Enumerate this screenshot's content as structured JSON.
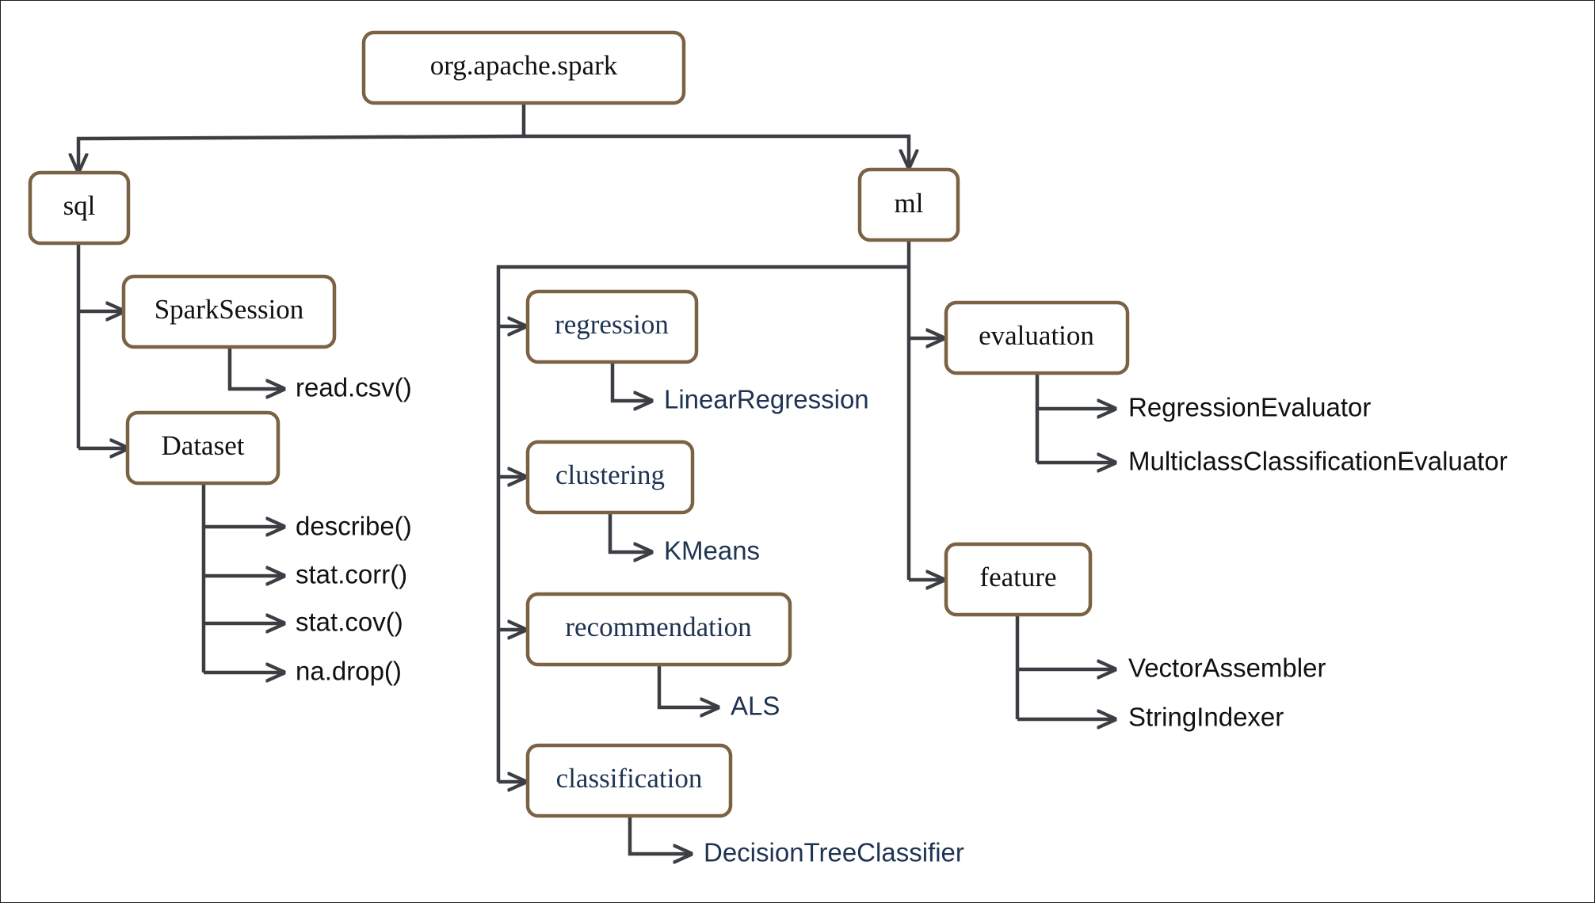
{
  "diagram": {
    "root": {
      "label": "org.apache.spark"
    },
    "sql": {
      "label": "sql",
      "spark_session": {
        "label": "SparkSession",
        "methods": [
          "read.csv()"
        ]
      },
      "dataset": {
        "label": "Dataset",
        "methods": [
          "describe()",
          "stat.corr()",
          "stat.cov()",
          "na.drop()"
        ]
      }
    },
    "ml": {
      "label": "ml",
      "regression": {
        "label": "regression",
        "classes": [
          "LinearRegression"
        ]
      },
      "clustering": {
        "label": "clustering",
        "classes": [
          "KMeans"
        ]
      },
      "recommendation": {
        "label": "recommendation",
        "classes": [
          "ALS"
        ]
      },
      "classification": {
        "label": "classification",
        "classes": [
          "DecisionTreeClassifier"
        ]
      },
      "evaluation": {
        "label": "evaluation",
        "classes": [
          "RegressionEvaluator",
          "MulticlassClassificationEvaluator"
        ]
      },
      "feature": {
        "label": "feature",
        "classes": [
          "VectorAssembler",
          "StringIndexer"
        ]
      }
    },
    "colors": {
      "box_border": "#7b6245",
      "connector": "#3b3f43",
      "text_black": "#111111",
      "text_navy": "#1f3352"
    }
  }
}
